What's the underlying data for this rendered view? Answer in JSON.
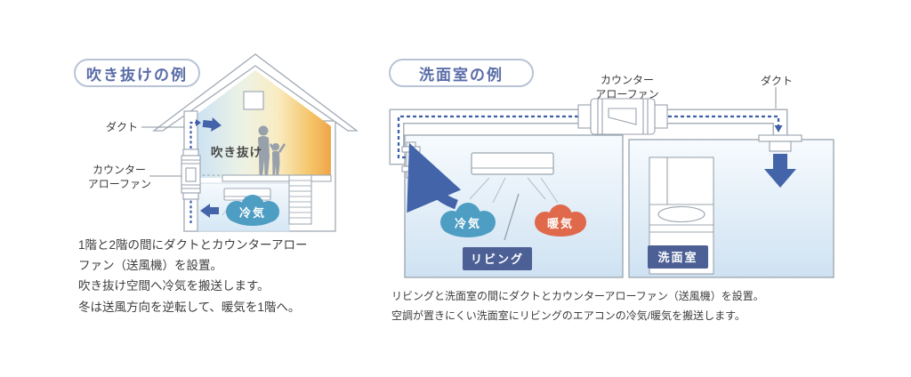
{
  "left": {
    "badge": "吹き抜けの例",
    "labels": {
      "duct": "ダクト",
      "fan_line1": "カウンター",
      "fan_line2": "アローファン",
      "atrium": "吹き抜け",
      "cold_air": "冷気"
    },
    "caption": "1階と2階の間にダクトとカウンターアロー\nファン（送風機）を設置。\n吹き抜け空間へ冷気を搬送します。\n冬は送風方向を逆転して、暖気を1階へ。"
  },
  "right": {
    "badge": "洗面室の例",
    "labels": {
      "fan_line1": "カウンター",
      "fan_line2": "アローファン",
      "duct": "ダクト",
      "cold_air": "冷気",
      "warm_air": "暖気",
      "living": "リビング",
      "washroom": "洗面室"
    },
    "caption": "リビングと洗面室の間にダクトとカウンターアローファン（送風機）を設置。\n空調が置きにくい洗面室にリビングのエアコンの冷気/暖気を搬送します。"
  },
  "colors": {
    "badge_border": "#b8c3d6",
    "badge_text": "#5a6da8",
    "outline_gray": "#a0aab4",
    "arrow_blue": "#4464aa",
    "flow_dash_blue": "#3f5fa8",
    "cloud_cold": "#4e9dc3",
    "cloud_warm": "#e0694b",
    "room_label_bg": "#4c6096",
    "warm_gradient_end": "#efa44a",
    "cool_room_blue": "#d5e7f5",
    "caption_text": "#3d3d3d"
  }
}
